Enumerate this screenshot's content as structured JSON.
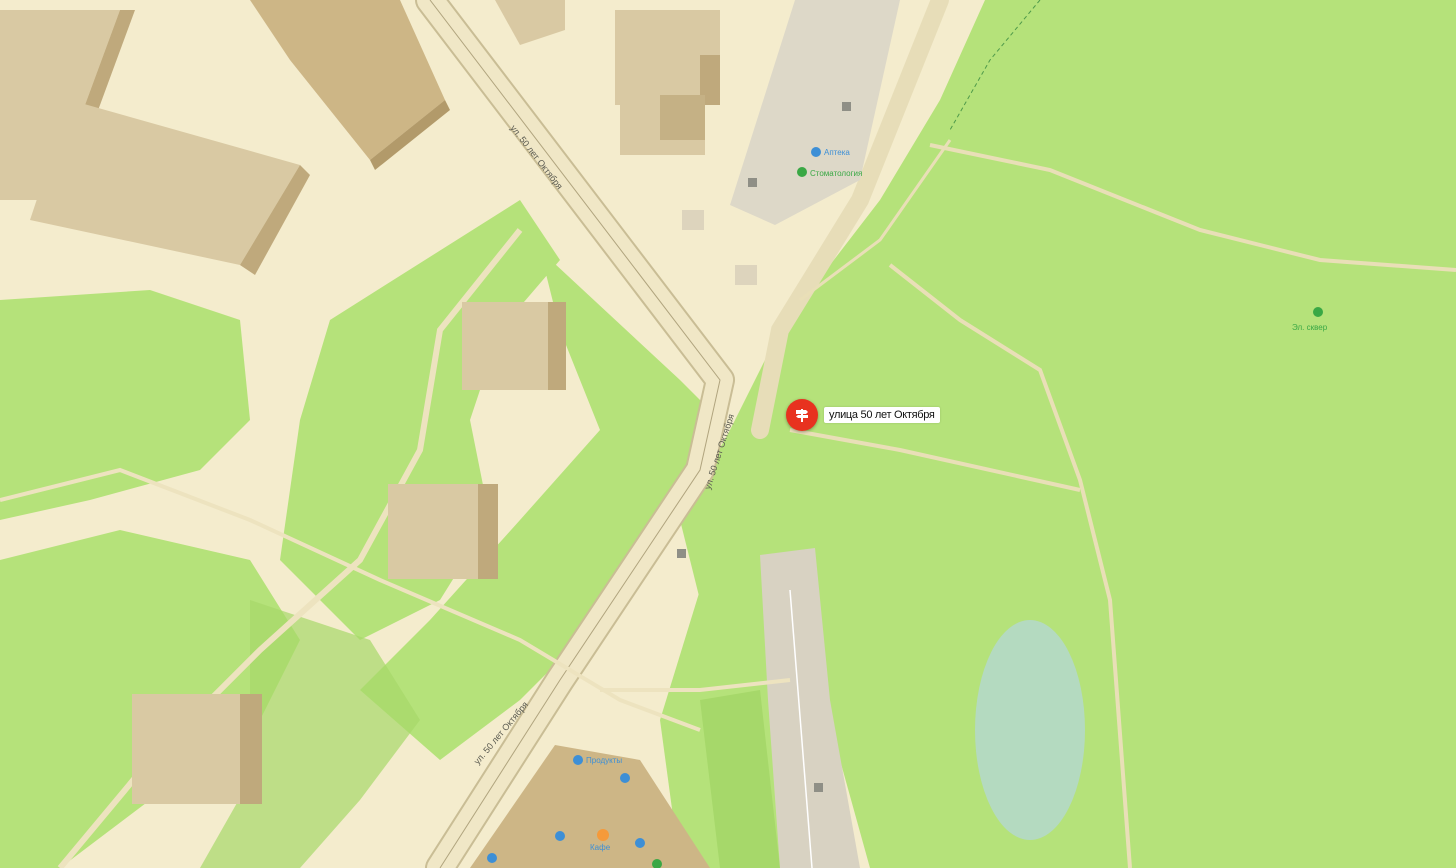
{
  "map": {
    "colors": {
      "background": "#f4eccd",
      "grass": "#b5e27a",
      "grass_dark": "#a6d86a",
      "building": "#d9c9a3",
      "building_shade": "#bfa97c",
      "road": "#f0e7c6",
      "road_edge": "#c9bd95",
      "water": "#b4d9c8",
      "poi_blue": "#3d8fd6",
      "poi_green": "#3aa845",
      "marker": "#e8321f"
    },
    "streets": [
      {
        "name": "ул. 50 лет Октября"
      },
      {
        "name": "ул. 50 лет Октября"
      },
      {
        "name": "ул. 50 лет Октября"
      }
    ],
    "poi": [
      {
        "name": "Аптека"
      },
      {
        "name": "Стоматология"
      },
      {
        "name": "Эл. сквер"
      },
      {
        "name": "Продукты"
      },
      {
        "name": "Кафе"
      }
    ],
    "selected_place": {
      "name": "улица 50 лет Октября",
      "icon": "street-signpost-icon"
    }
  }
}
